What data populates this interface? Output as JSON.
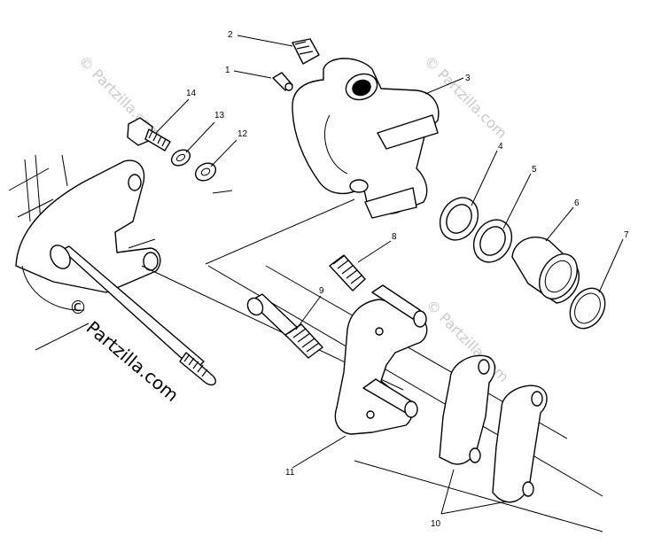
{
  "diagram": {
    "callouts": [
      "1",
      "2",
      "3",
      "4",
      "5",
      "6",
      "7",
      "8",
      "9",
      "10",
      "11",
      "12",
      "13",
      "14"
    ],
    "watermarks": {
      "small": "© Partzilla.com",
      "large_copyright": "©",
      "large_brand": "Partzilla.com"
    }
  }
}
